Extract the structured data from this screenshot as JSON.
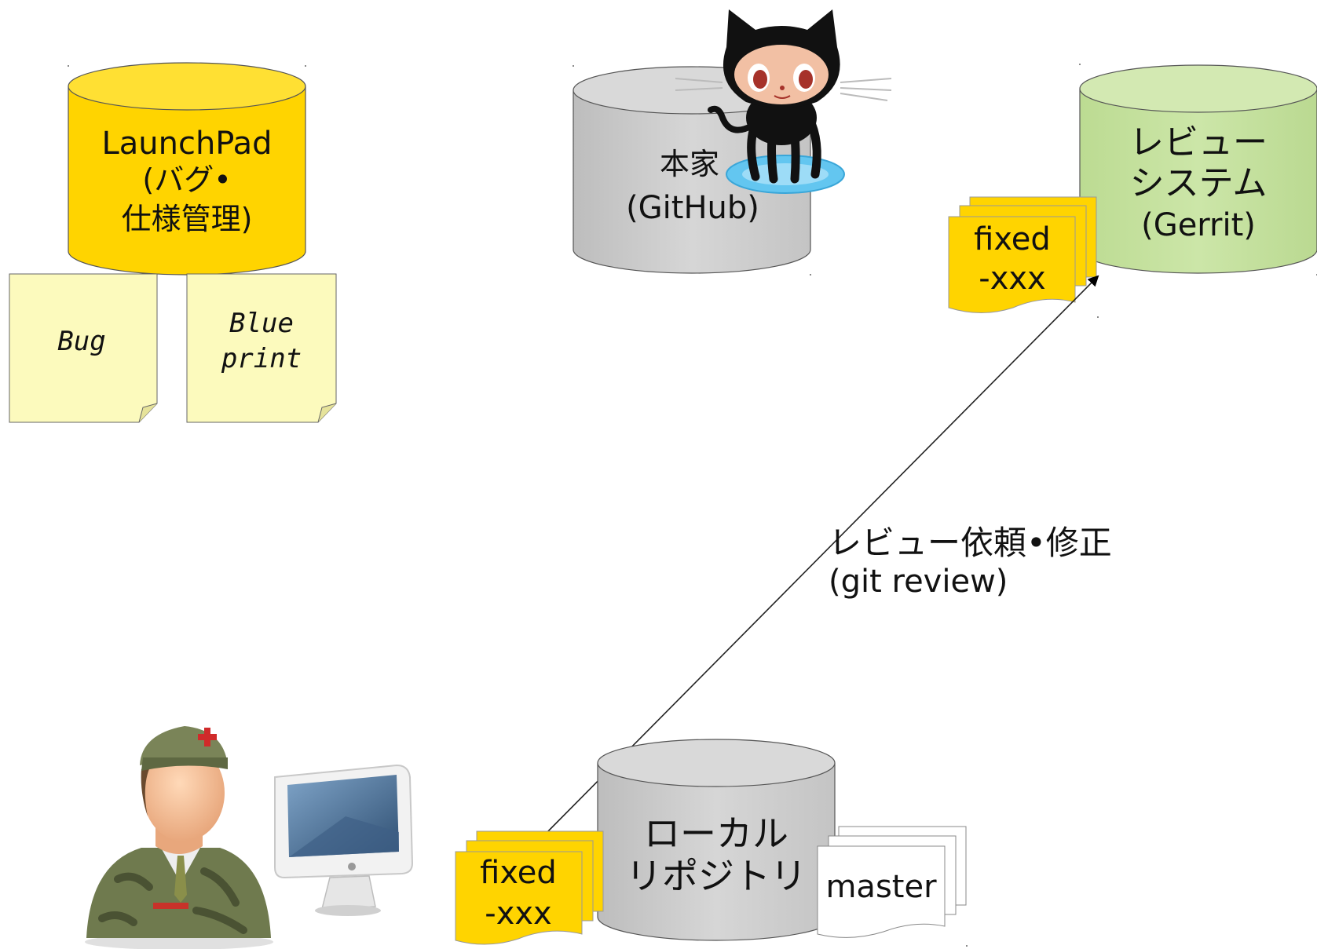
{
  "colors": {
    "launchpad": "#ffd400",
    "github_db": "#cfcfcf",
    "gerrit_db": "#c9e3a4",
    "note": "#fcfabd",
    "branch_fixed": "#ffd400",
    "branch_master": "#ffffff",
    "octocat_water": "#63c6f0"
  },
  "launchpad": {
    "line1": "LaunchPad",
    "line2": "(バグ•",
    "line3": "仕様管理)",
    "notes": [
      {
        "line1": "Bug",
        "line2": ""
      },
      {
        "line1": "Blue",
        "line2": "print"
      }
    ]
  },
  "github": {
    "line1": "本家",
    "line2": "(GitHub)",
    "icon": "octocat-icon"
  },
  "gerrit": {
    "line1": "レビュー",
    "line2": "システム",
    "line3": "(Gerrit)",
    "branch": {
      "line1": "fixed",
      "line2": "-xxx"
    }
  },
  "local": {
    "line1": "ローカル",
    "line2": "リポジトリ",
    "branch_fixed": {
      "line1": "fixed",
      "line2": "-xxx"
    },
    "branch_master": "master"
  },
  "arrow": {
    "line1": "レビュー依頼•修正",
    "line2": "(git review)"
  },
  "developer": {
    "icon": "developer-avatar-icon"
  },
  "computer": {
    "icon": "computer-monitor-icon"
  }
}
